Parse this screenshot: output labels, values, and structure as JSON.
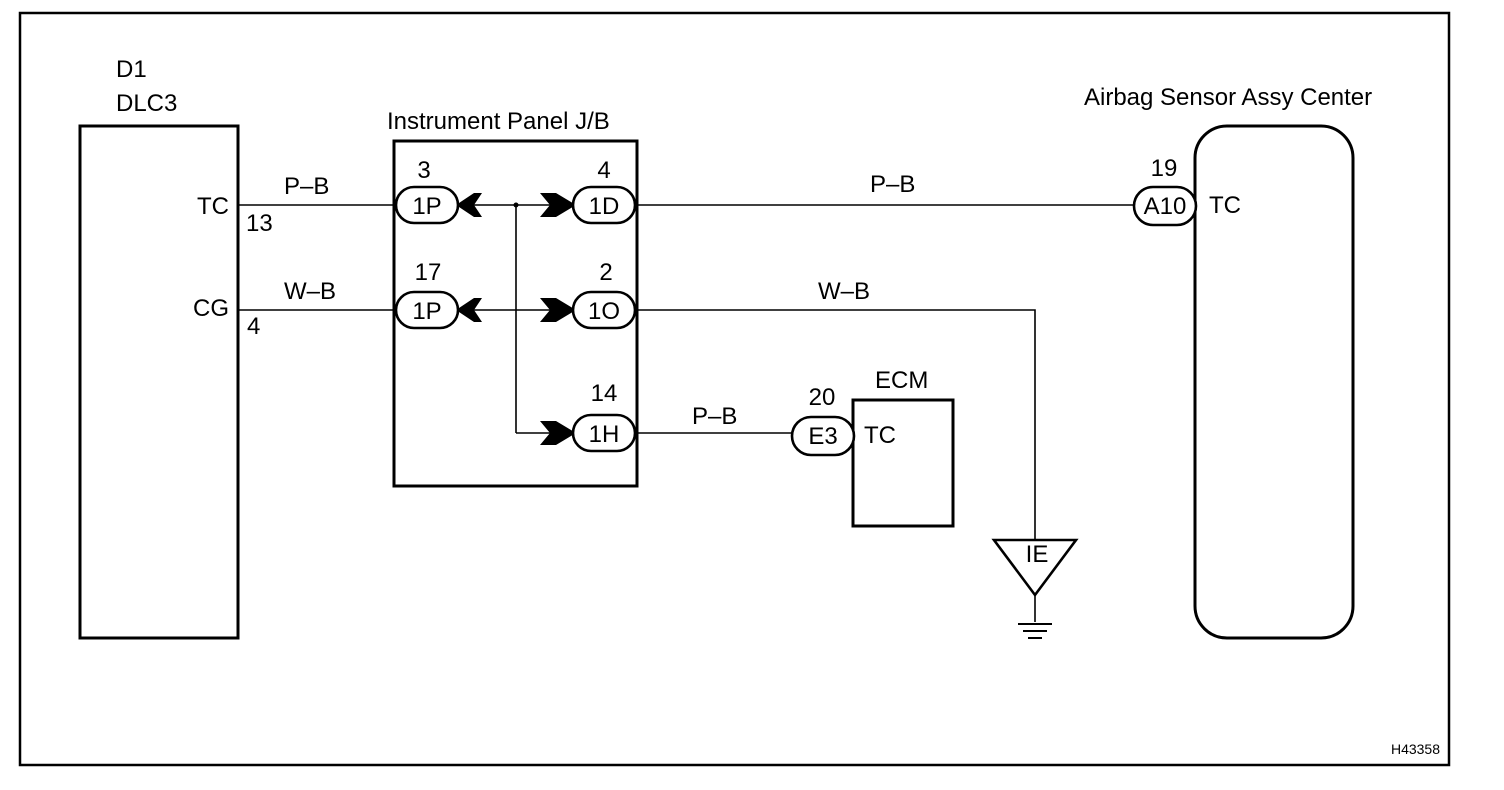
{
  "components": {
    "dlc3": {
      "id": "D1",
      "name": "DLC3",
      "tc": "TC",
      "cg": "CG",
      "tc_pin": "13",
      "cg_pin": "4"
    },
    "junction_block": {
      "name": "Instrument Panel J/B"
    },
    "airbag": {
      "name": "Airbag Sensor Assy Center",
      "tc": "TC"
    },
    "ecm": {
      "name": "ECM",
      "tc": "TC"
    },
    "ground": {
      "label": "IE"
    }
  },
  "connectors": {
    "jb_1p_top": {
      "code": "1P",
      "pin": "3"
    },
    "jb_1p_mid": {
      "code": "1P",
      "pin": "17"
    },
    "jb_1d": {
      "code": "1D",
      "pin": "4"
    },
    "jb_1o": {
      "code": "1O",
      "pin": "2"
    },
    "jb_1h": {
      "code": "1H",
      "pin": "14"
    },
    "airbag_a10": {
      "code": "A10",
      "pin": "19"
    },
    "ecm_e3": {
      "code": "E3",
      "pin": "20"
    }
  },
  "wires": {
    "dlc_tc_to_jb": "P–B",
    "dlc_cg_to_jb": "W–B",
    "jb_1d_to_airbag": "P–B",
    "jb_1o_to_ground": "W–B",
    "jb_1h_to_ecm": "P–B"
  },
  "figure_id": "H43358"
}
